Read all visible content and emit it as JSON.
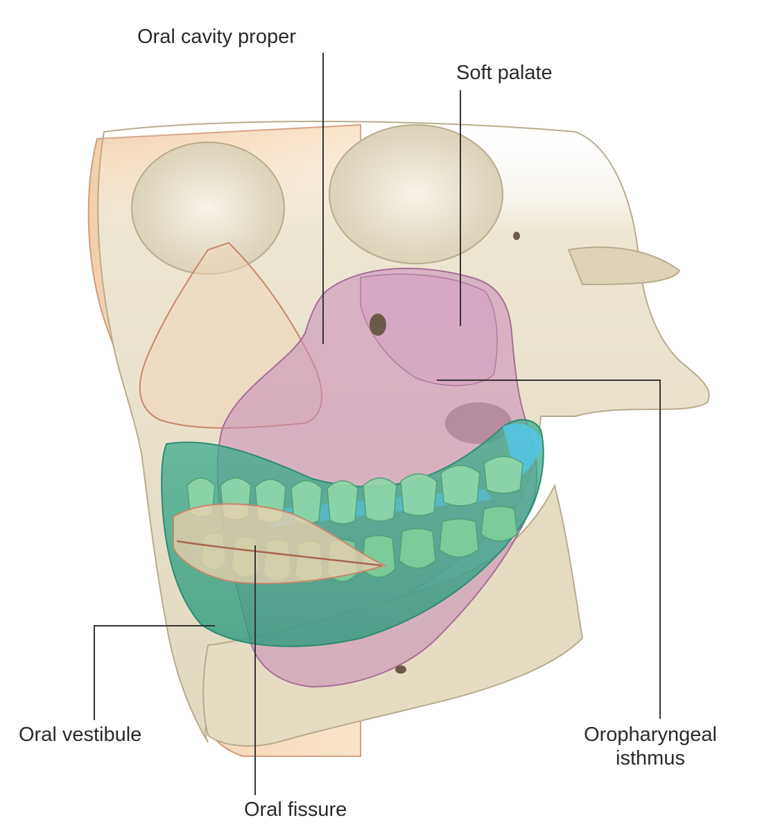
{
  "labels": {
    "oral_cavity_proper": "Oral cavity proper",
    "soft_palate": "Soft palate",
    "oral_vestibule": "Oral vestibule",
    "oropharyngeal_line1": "Oropharyngeal",
    "oropharyngeal_line2": "isthmus",
    "oral_fissure": "Oral fissure"
  },
  "colors": {
    "bone": "#e8e0cc",
    "bone_shadow": "#cfc5ab",
    "skin": "#f6dcc0",
    "skin_outline": "#c9866a",
    "oral_cavity_region": "#c98ab8",
    "vestibule_region": "#3fae8f",
    "teeth": "#7fcf9b",
    "tongue_gap": "#54c6e6",
    "leader_line": "#333333"
  }
}
